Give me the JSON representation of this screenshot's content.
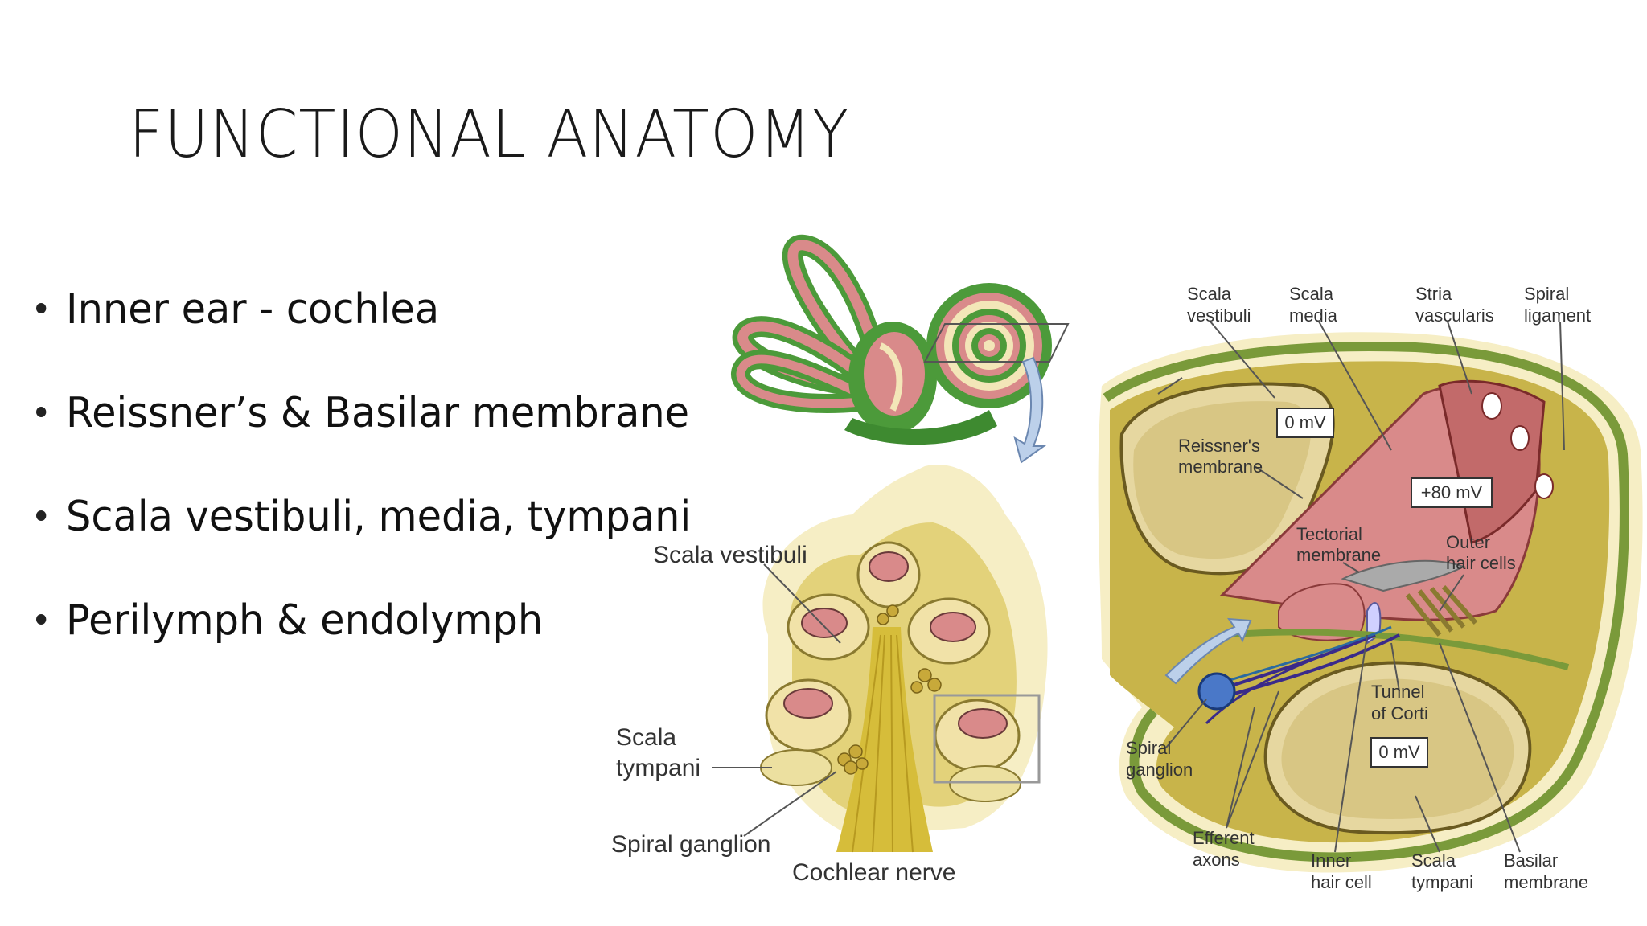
{
  "slide": {
    "title": "FUNCTIONAL ANATOMY",
    "bullets": [
      "Inner ear - cochlea",
      "Reissner’s & Basilar membrane",
      "Scala vestibuli, media, tympani",
      "Perilymph & endolymph"
    ]
  },
  "cross_section": {
    "labels": {
      "scala_vestibuli": "Scala vestibuli",
      "scala_tympani_1": "Scala",
      "scala_tympani_2": "tympani",
      "spiral_ganglion": "Spiral ganglion",
      "cochlear_nerve": "Cochlear nerve"
    }
  },
  "detail": {
    "labels": {
      "scala_vestibuli_1": "Scala",
      "scala_vestibuli_2": "vestibuli",
      "scala_media_1": "Scala",
      "scala_media_2": "media",
      "stria_1": "Stria",
      "stria_2": "vascularis",
      "spiral_ligament_1": "Spiral",
      "spiral_ligament_2": "ligament",
      "reissner_1": "Reissner's",
      "reissner_2": "membrane",
      "tectorial_1": "Tectorial",
      "tectorial_2": "membrane",
      "outer_hair_1": "Outer",
      "outer_hair_2": "hair cells",
      "tunnel_1": "Tunnel",
      "tunnel_2": "of Corti",
      "spiral_ganglion_1": "Spiral",
      "spiral_ganglion_2": "ganglion",
      "efferent_1": "Efferent",
      "efferent_2": "axons",
      "inner_hair_1": "Inner",
      "inner_hair_2": "hair cell",
      "scala_tympani_1": "Scala",
      "scala_tympani_2": "tympani",
      "basilar_1": "Basilar",
      "basilar_2": "membrane"
    },
    "potentials": {
      "vestibuli": "0 mV",
      "media": "+80 mV",
      "tympani": "0 mV"
    }
  },
  "colors": {
    "green_outer": "#4c9a3a",
    "pink": "#d98a8a",
    "cream": "#f3e6b8",
    "olive": "#c8b44a",
    "blue": "#4a78c8"
  }
}
